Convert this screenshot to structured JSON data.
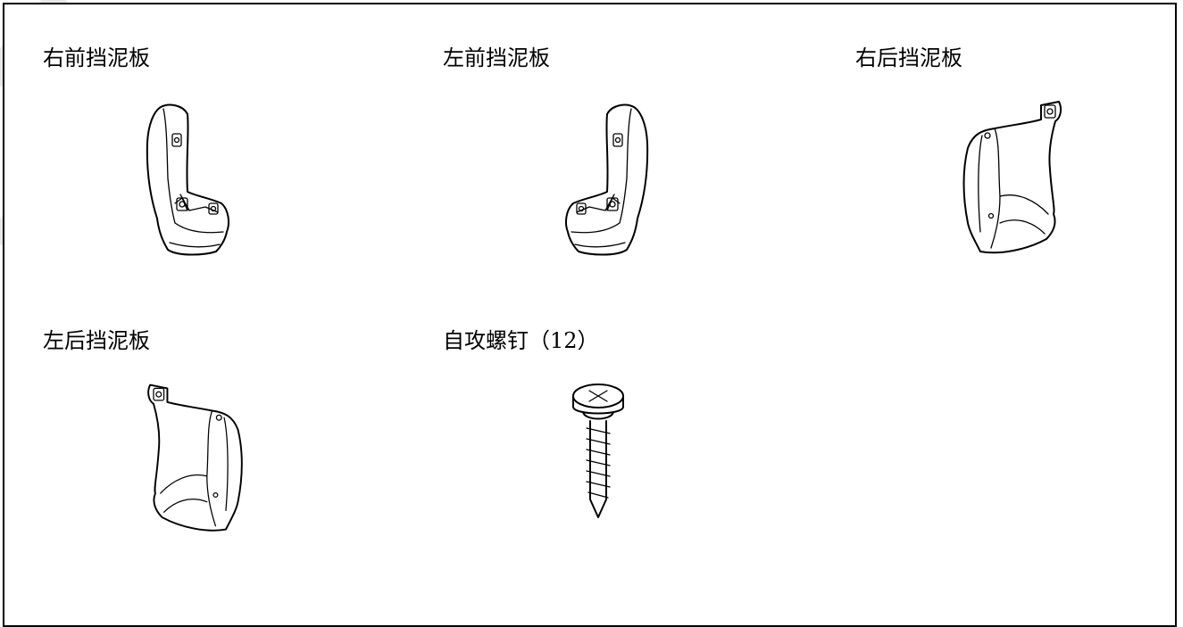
{
  "parts": [
    {
      "label": "右前挡泥板",
      "icon": "front-right-mudguard-icon"
    },
    {
      "label": "左前挡泥板",
      "icon": "front-left-mudguard-icon"
    },
    {
      "label": "右后挡泥板",
      "icon": "rear-right-mudguard-icon"
    },
    {
      "label": "左后挡泥板",
      "icon": "rear-left-mudguard-icon"
    },
    {
      "label": "自攻螺钉（12）",
      "icon": "self-tapping-screw-icon"
    }
  ],
  "colors": {
    "line": "#000000",
    "border": "#000000",
    "watermark": "#e6e6e6",
    "background": "#ffffff"
  }
}
